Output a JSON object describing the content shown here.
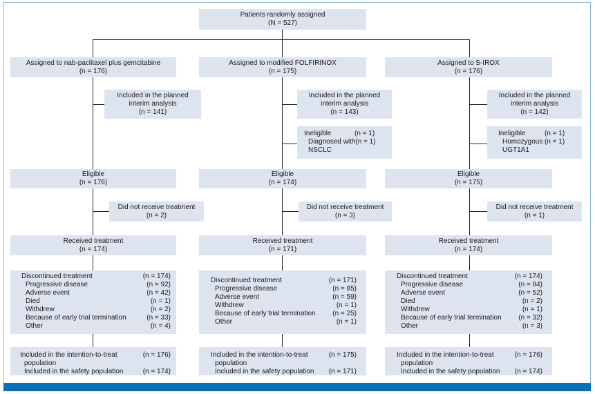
{
  "root": {
    "title": "Patients randomly assigned",
    "n": "(N = 527)"
  },
  "arms": [
    {
      "assigned": {
        "label": "Assigned to nab-paclitaxel plus gemcitabine",
        "n": "(n = 176)"
      },
      "interim": {
        "line1": "Included in the planned",
        "line2": "interim analysis",
        "n": "(n = 141)"
      },
      "eligible": {
        "label": "Eligible",
        "n": "(n = 176)"
      },
      "notreated": {
        "label": "Did not receive treatment",
        "n": "(n = 2)"
      },
      "received": {
        "label": "Received treatment",
        "n": "(n = 174)"
      },
      "discontinued": [
        {
          "label": "Discontinued treatment",
          "n": "(n = 174)"
        },
        {
          "label": "Progressive disease",
          "n": "(n = 92)"
        },
        {
          "label": "Adverse event",
          "n": "(n = 42)"
        },
        {
          "label": "Died",
          "n": "(n = 1)"
        },
        {
          "label": "Withdrew",
          "n": "(n = 2)"
        },
        {
          "label": "Because of early trial termination",
          "n": "(n = 33)"
        },
        {
          "label": "Other",
          "n": "(n = 4)"
        }
      ],
      "itt": {
        "line1": "Included in the intention-to-treat",
        "line1_n": "(n = 176)",
        "line2": "population",
        "line3": "Included in the safety population",
        "line3_n": "(n = 174)"
      }
    },
    {
      "assigned": {
        "label": "Assigned to modified FOLFIRINOX",
        "n": "(n = 175)"
      },
      "interim": {
        "line1": "Included in the planned",
        "line2": "interim analysis",
        "n": "(n = 143)"
      },
      "ineligible": [
        {
          "label": "Ineligible",
          "n": "(n = 1)"
        },
        {
          "label": "Diagnosed with",
          "n": "(n = 1)"
        },
        {
          "label": "NSCLC",
          "n": ""
        }
      ],
      "eligible": {
        "label": "Eligible",
        "n": "(n = 174)"
      },
      "notreated": {
        "label": "Did not receive treatment",
        "n": "(n = 3)"
      },
      "received": {
        "label": "Received treatment",
        "n": "(n = 171)"
      },
      "discontinued": [
        {
          "label": "Discontinued treatment",
          "n": "(n = 171)"
        },
        {
          "label": "Progressive disease",
          "n": "(n = 85)"
        },
        {
          "label": "Adverse event",
          "n": "(n = 59)"
        },
        {
          "label": "Withdrew",
          "n": "(n = 1)"
        },
        {
          "label": "Because of early trial termination",
          "n": "(n = 25)"
        },
        {
          "label": "Other",
          "n": "(n = 1)"
        }
      ],
      "itt": {
        "line1": "Included in the intention-to-treat",
        "line1_n": "(n = 175)",
        "line2": "population",
        "line3": "Included in the safety population",
        "line3_n": "(n = 171)"
      }
    },
    {
      "assigned": {
        "label": "Assigned to S-IROX",
        "n": "(n = 176)"
      },
      "interim": {
        "line1": "Included in the planned",
        "line2": "interim analysis",
        "n": "(n = 142)"
      },
      "ineligible": [
        {
          "label": "Ineligible",
          "n": "(n = 1)"
        },
        {
          "label": "Homozygous",
          "n": "(n = 1)"
        },
        {
          "label": "UGT1A1",
          "n": ""
        }
      ],
      "eligible": {
        "label": "Eligible",
        "n": "(n = 175)"
      },
      "notreated": {
        "label": "Did not receive treatment",
        "n": "(n = 1)"
      },
      "received": {
        "label": "Received treatment",
        "n": "(n = 174)"
      },
      "discontinued": [
        {
          "label": "Discontinued treatment",
          "n": "(n = 174)"
        },
        {
          "label": "Progressive disease",
          "n": "(n = 84)"
        },
        {
          "label": "Adverse event",
          "n": "(n = 52)"
        },
        {
          "label": "Died",
          "n": "(n = 2)"
        },
        {
          "label": "Withdrew",
          "n": "(n = 1)"
        },
        {
          "label": "Because of early trial termination",
          "n": "(n = 32)"
        },
        {
          "label": "Other",
          "n": "(n = 3)"
        }
      ],
      "itt": {
        "line1": "Included in the intention-to-treat",
        "line1_n": "(n = 176)",
        "line2": "population",
        "line3": "Included in the safety population",
        "line3_n": "(n = 174)"
      }
    }
  ]
}
